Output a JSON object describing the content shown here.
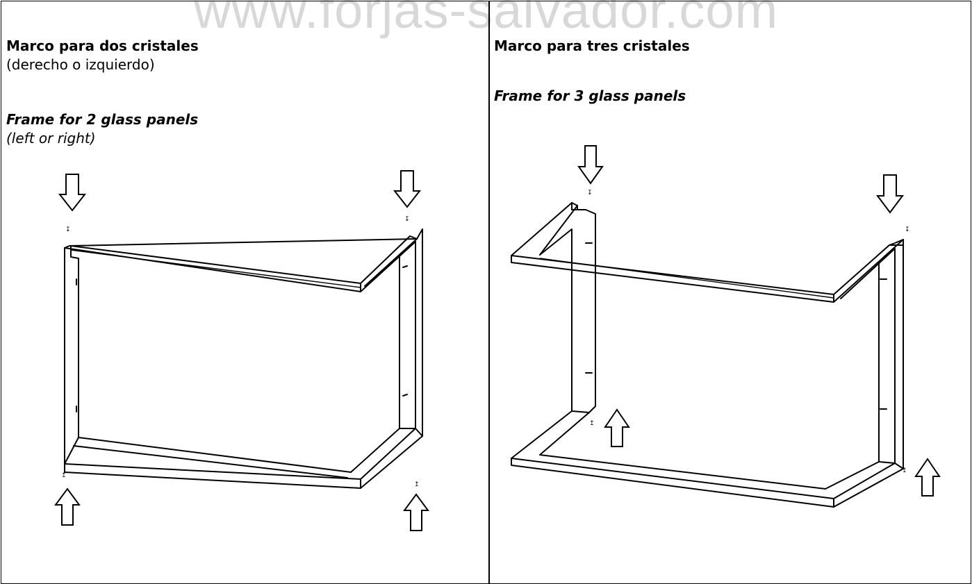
{
  "watermark": "www.forjas-salvador.com",
  "left_panel": {
    "title": "Marco para dos cristales",
    "subtitle": "(derecho o izquierdo)",
    "title_en": "Frame for 2 glass panels",
    "subtitle_en": "(left or right)"
  },
  "right_panel": {
    "title": "Marco para tres cristales",
    "title_en": "Frame for 3 glass panels"
  }
}
